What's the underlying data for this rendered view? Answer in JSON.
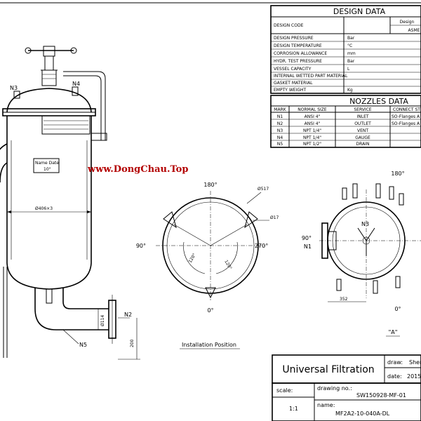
{
  "design_data": {
    "title": "DESIGN DATA",
    "col_header": "Design",
    "col_header2": "ASME",
    "rows": [
      {
        "label": "DESIGN CODE",
        "unit": ""
      },
      {
        "label": "DESIGN PRESSURE",
        "unit": "Bar"
      },
      {
        "label": "DESIGN TEMPERATURE",
        "unit": "°C"
      },
      {
        "label": "CORROSION ALLOWANCE",
        "unit": "mm"
      },
      {
        "label": "HYDR. TEST PRESSURE",
        "unit": "Bar"
      },
      {
        "label": "VESSEL CAPACITY",
        "unit": "L"
      },
      {
        "label": "INTERNAL WETTED PART MATERIAL",
        "unit": ""
      },
      {
        "label": "GASKET MATERIAL",
        "unit": ""
      },
      {
        "label": "EMPTY WEIGHT",
        "unit": "Kg"
      }
    ]
  },
  "nozzles_data": {
    "title": "NOZZLES DATA",
    "headers": [
      "MARK",
      "NORMAL SIZE",
      "SERVICE",
      "CONNECT ST"
    ],
    "rows": [
      {
        "mark": "N1",
        "size": "ANSI 4\"",
        "service": "INLET",
        "connect": "SO-Flanges A"
      },
      {
        "mark": "N2",
        "size": "ANSI 4\"",
        "service": "OUTLET",
        "connect": "SO-Flanges A"
      },
      {
        "mark": "N3",
        "size": "NPT 1/4\"",
        "service": "VENT",
        "connect": ""
      },
      {
        "mark": "N4",
        "size": "NPT 1/4\"",
        "service": "GAUGE",
        "connect": ""
      },
      {
        "mark": "N5",
        "size": "NPT 1/2\"",
        "service": "DRAIN",
        "connect": ""
      }
    ]
  },
  "watermark": "www.DongChau.Top",
  "side_view": {
    "n3": "N3",
    "n4": "N4",
    "n2": "N2",
    "n5": "N5",
    "nameplate_line1": "Name Date",
    "nameplate_line2": "10°",
    "shell_dim": "Ø406×3",
    "pipe_dim": "Ø114",
    "height_dim": "200"
  },
  "install_view": {
    "top": "180°",
    "left": "90°",
    "right": "270°",
    "bottom": "0°",
    "bolt_circle": "Ø517",
    "hole": "Ø17",
    "angle_left": "120°",
    "angle_right": "120°",
    "caption": "Installation Position"
  },
  "view_a": {
    "top": "180°",
    "left_angle": "90°",
    "left_mark": "N1",
    "n3": "N3",
    "bottom": "0°",
    "dim": "352",
    "caption": "\"A\""
  },
  "title_block": {
    "company": "Universal Filtration",
    "draw_label": "draw:",
    "draw_value": "Sher",
    "date_label": "date:",
    "date_value": "2015",
    "scale_label": "scale:",
    "scale_value": "1:1",
    "drawing_no_label": "drawing no.:",
    "drawing_no_value": "SW150928-MF-01",
    "name_label": "name:",
    "name_value": "MF2A2-10-040A-DL"
  }
}
